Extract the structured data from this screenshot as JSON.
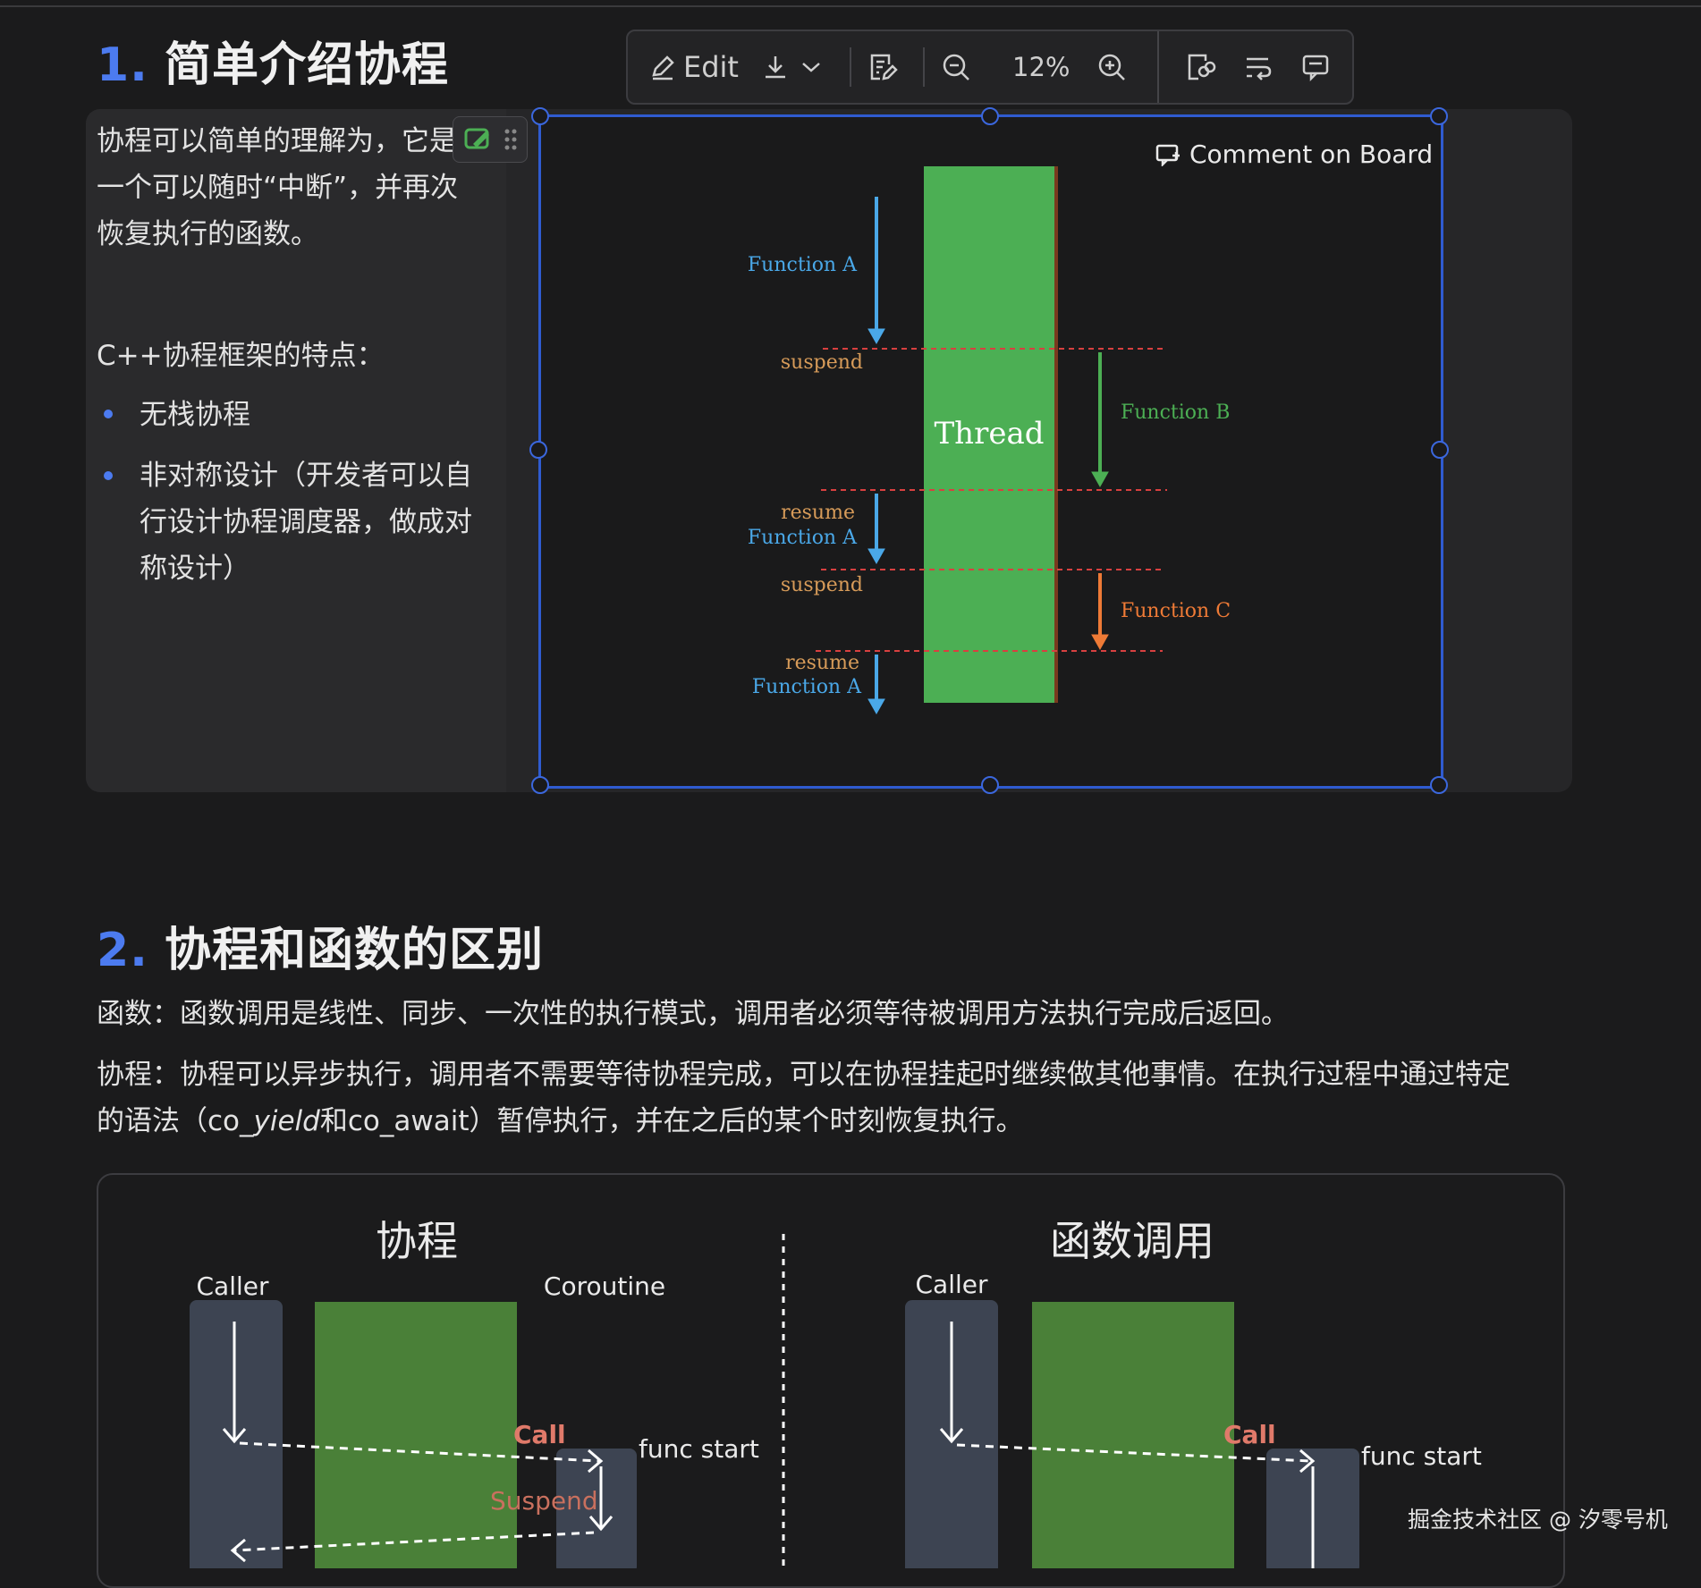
{
  "section1": {
    "number": "1.",
    "title": "简单介绍协程",
    "intro": "协程可以简单的理解为，它是\n一个可以随时“中断”，并再次\n恢复执行的函数。",
    "features_title": "C++协程框架的特点：",
    "bullets": [
      "无栈协程",
      "非对称设计（开发者可以自\n行设计协程调度器，做成对\n称设计）"
    ]
  },
  "toolbar": {
    "edit_label": "Edit",
    "zoom": "12%"
  },
  "board": {
    "comment_label": "Comment on Board",
    "thread_label": "Thread",
    "function_a": "Function A",
    "function_b": "Function B",
    "function_c": "Function C",
    "suspend": "suspend",
    "resume": "resume",
    "colors": {
      "thread": "#4caf54",
      "a": "#4aa8e8",
      "b": "#4caf54",
      "c": "#ee7a36",
      "dash": "#d84040",
      "label": "#d79b59"
    }
  },
  "section2": {
    "number": "2.",
    "title": "协程和函数的区别",
    "para1": "函数：函数调用是线性、同步、一次性的执行模式，调用者必须等待被调用方法执行完成后返回。",
    "para2_line1": "协程：协程可以异步执行，调用者不需要等待协程完成，可以在协程挂起时继续做其他事情。在执行过程中通过特定",
    "para2_line2_a": "的语法（co_",
    "para2_line2_b": "yield",
    "para2_line2_c": "和co_await）暂停执行，并在之后的某个时刻恢复执行。"
  },
  "diagram": {
    "left_title": "协程",
    "right_title": "函数调用",
    "caller": "Caller",
    "coroutine": "Coroutine",
    "call": "Call",
    "suspend": "Suspend",
    "func_start": "func start"
  },
  "watermark": "掘金技术社区 @ 汐零号机"
}
